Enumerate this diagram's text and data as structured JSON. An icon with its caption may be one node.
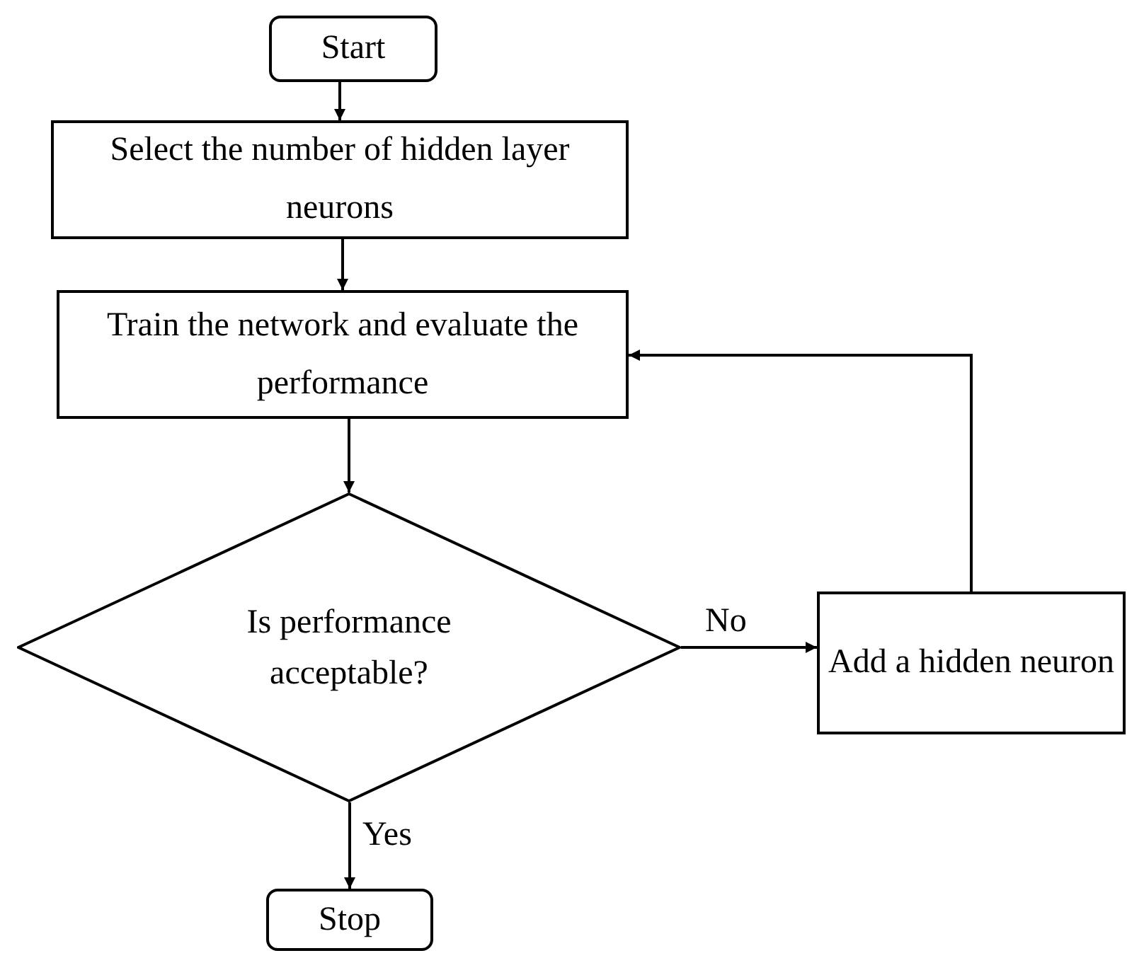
{
  "diagram": {
    "nodes": [
      {
        "text": [
          "Start"
        ]
      },
      {
        "text": [
          "Select the number of hidden layer neurons"
        ]
      },
      {
        "text": [
          "Train the network and evaluate the performance"
        ]
      },
      {
        "text": [
          "Is performance acceptable?"
        ]
      },
      {
        "text": [
          "Add a hidden neuron"
        ]
      },
      {
        "text": [
          "Stop"
        ]
      }
    ],
    "edges": [
      {
        "from": 0,
        "to": 1,
        "arrow": "to"
      },
      {
        "from": 1,
        "to": 2,
        "arrow": "to"
      },
      {
        "from": 2,
        "to": 3,
        "arrow": "to"
      },
      {
        "from": 3,
        "to": 4,
        "arrow": "to",
        "label": "No"
      },
      {
        "from": 4,
        "to": 2,
        "arrow": "to"
      },
      {
        "from": 3,
        "to": 5,
        "arrow": "to",
        "label": "Yes"
      }
    ]
  }
}
